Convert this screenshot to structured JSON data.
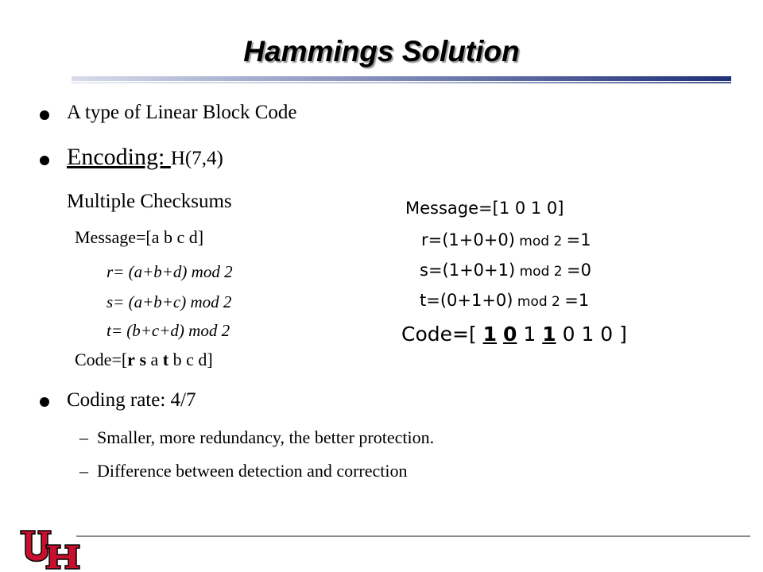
{
  "title": "Hammings Solution",
  "bullets": {
    "b1": "A type of Linear Block Code",
    "b2_main": "Encoding: ",
    "b2_code": "H(7,4)",
    "b2_sub": "Multiple Checksums",
    "msg_generic": "Message=[a b c d]",
    "eq_r": "r= (a+b+d) mod 2",
    "eq_s": "s= (a+b+c) mod 2",
    "eq_t": "t= (b+c+d) mod 2",
    "code_generic": {
      "prefix": "Code=[",
      "r": "r",
      "s": "s",
      "mid1": " a ",
      "t": "t",
      "suffix": " b c d]"
    },
    "b3": "Coding rate: 4/7",
    "sub1": "Smaller, more redundancy, the better protection.",
    "sub2": "Difference between detection and correction",
    "dash": "–"
  },
  "example": {
    "msg": "Message=[1 0 1 0]",
    "r_pre": "r=(1+0+0)",
    "r_mod": " mod 2 ",
    "r_res": "=1",
    "s_pre": "s=(1+0+1)",
    "s_mod": " mod 2 ",
    "s_res": "=0",
    "t_pre": "t=(0+1+0)",
    "t_mod": " mod 2 ",
    "t_res": "=1",
    "code": {
      "prefix": "Code=[ ",
      "d1": "1",
      "d2": "0",
      "d3": "1",
      "d4": "1",
      "rest": "0 1 0 ]"
    }
  },
  "colors": {
    "logo_red": "#c8102e"
  },
  "logo": "UH"
}
